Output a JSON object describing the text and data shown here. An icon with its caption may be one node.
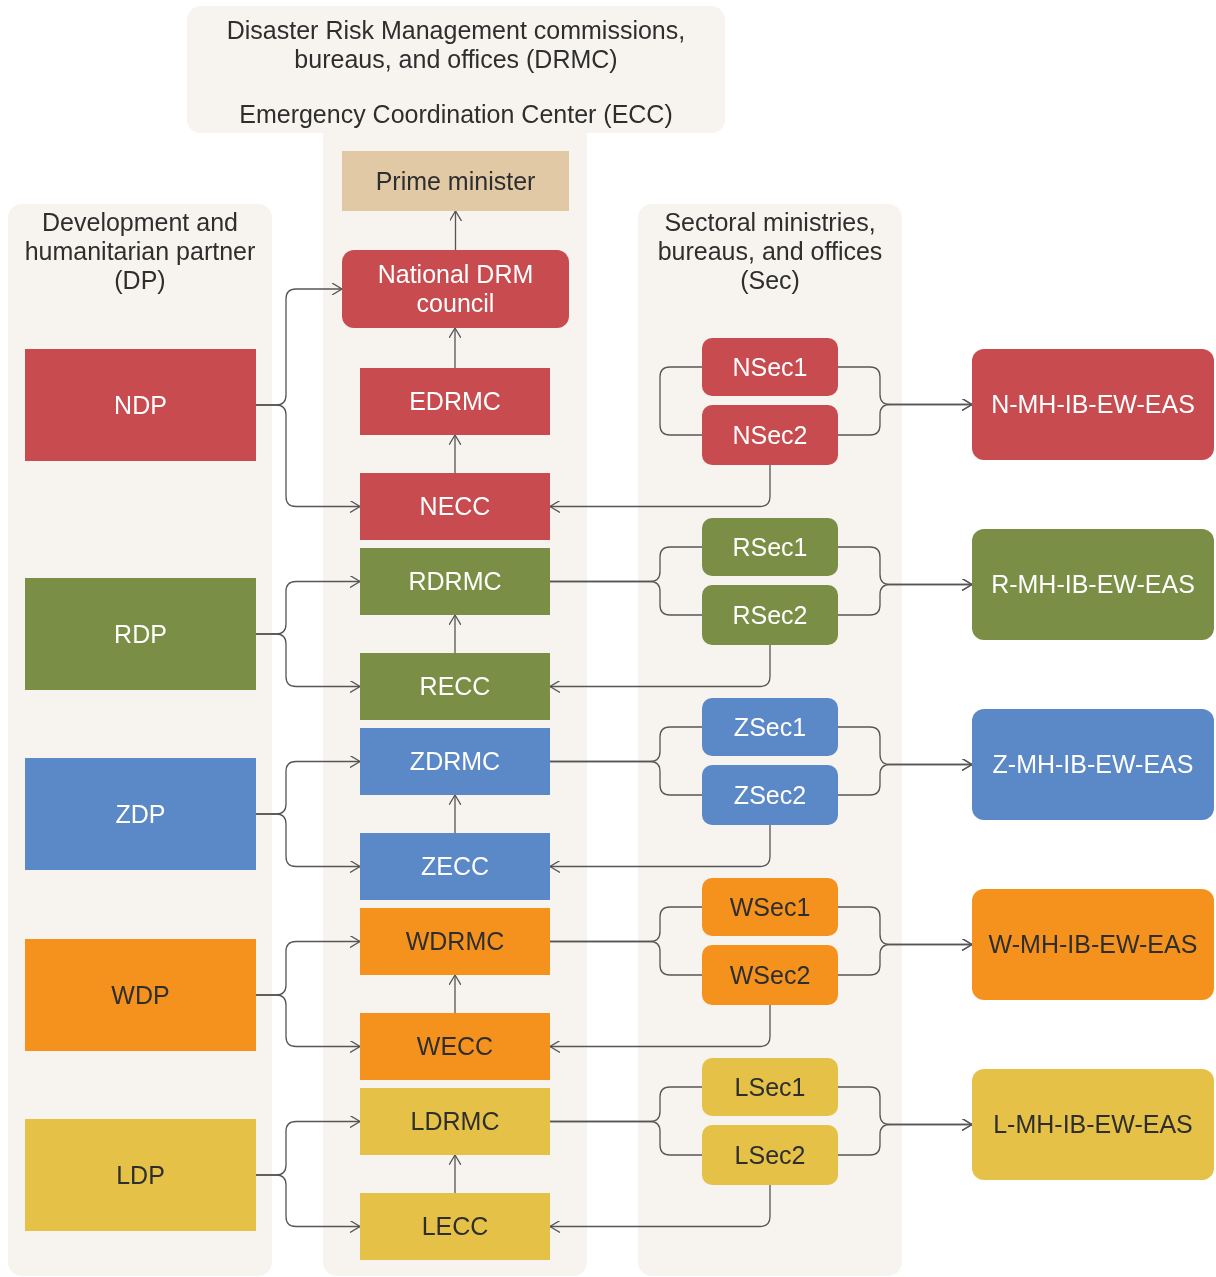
{
  "diagram": {
    "nodes": [
      {
        "text": [
          "Disaster Risk Management commissions, bureaus, and offices (DRMC)",
          "Emergency Coordination Center (ECC)"
        ]
      },
      {
        "text": [
          "Development and humanitarian partner (DP)"
        ]
      },
      {
        "text": [
          "Sectoral ministries, bureaus, and offices (Sec)"
        ]
      },
      {
        "text": [
          "Prime minister"
        ],
        "in": 0
      },
      {
        "text": [
          "National DRM council"
        ],
        "in": 0
      },
      {
        "text": [
          "NDP"
        ],
        "in": 1
      },
      {
        "text": [
          "EDRMC"
        ],
        "in": 0
      },
      {
        "text": [
          "NECC"
        ],
        "in": 0
      },
      {
        "text": [
          "NSec1"
        ],
        "in": 2
      },
      {
        "text": [
          "NSec2"
        ],
        "in": 2
      },
      {
        "text": [
          "N-MH-IB-EW-EAS"
        ]
      },
      {
        "text": [
          "RDP"
        ],
        "in": 1
      },
      {
        "text": [
          "RDRMC"
        ],
        "in": 0
      },
      {
        "text": [
          "RECC"
        ],
        "in": 0
      },
      {
        "text": [
          "RSec1"
        ],
        "in": 2
      },
      {
        "text": [
          "RSec2"
        ],
        "in": 2
      },
      {
        "text": [
          "R-MH-IB-EW-EAS"
        ]
      },
      {
        "text": [
          "ZDP"
        ],
        "in": 1
      },
      {
        "text": [
          "ZDRMC"
        ],
        "in": 0
      },
      {
        "text": [
          "ZECC"
        ],
        "in": 0
      },
      {
        "text": [
          "ZSec1"
        ],
        "in": 2
      },
      {
        "text": [
          "ZSec2"
        ],
        "in": 2
      },
      {
        "text": [
          "Z-MH-IB-EW-EAS"
        ]
      },
      {
        "text": [
          "WDP"
        ],
        "in": 1
      },
      {
        "text": [
          "WDRMC"
        ],
        "in": 0
      },
      {
        "text": [
          "WECC"
        ],
        "in": 0
      },
      {
        "text": [
          "WSec1"
        ],
        "in": 2
      },
      {
        "text": [
          "WSec2"
        ],
        "in": 2
      },
      {
        "text": [
          "W-MH-IB-EW-EAS"
        ]
      },
      {
        "text": [
          "LDP"
        ],
        "in": 1
      },
      {
        "text": [
          "LDRMC"
        ],
        "in": 0
      },
      {
        "text": [
          "LECC"
        ],
        "in": 0
      },
      {
        "text": [
          "LSec1"
        ],
        "in": 2
      },
      {
        "text": [
          "LSec2"
        ],
        "in": 2
      },
      {
        "text": [
          "L-MH-IB-EW-EAS"
        ]
      }
    ],
    "edges": [
      {
        "from": 4,
        "to": 3,
        "arrow": "to"
      },
      {
        "from": 6,
        "to": 4,
        "arrow": "to"
      },
      {
        "from": 7,
        "to": 6,
        "arrow": "to"
      },
      {
        "from": 5,
        "to": 4,
        "arrow": "to"
      },
      {
        "from": 5,
        "to": 7,
        "arrow": "to"
      },
      {
        "from": 8,
        "to": 9,
        "arrow": "none"
      },
      {
        "from": 8,
        "to": 10,
        "arrow": "to"
      },
      {
        "from": 9,
        "to": 10,
        "arrow": "to"
      },
      {
        "from": 9,
        "to": 7,
        "arrow": "to"
      },
      {
        "from": 13,
        "to": 12,
        "arrow": "to"
      },
      {
        "from": 11,
        "to": 12,
        "arrow": "to"
      },
      {
        "from": 11,
        "to": 13,
        "arrow": "to"
      },
      {
        "from": 12,
        "to": 14,
        "arrow": "none"
      },
      {
        "from": 12,
        "to": 15,
        "arrow": "none"
      },
      {
        "from": 14,
        "to": 16,
        "arrow": "to"
      },
      {
        "from": 15,
        "to": 16,
        "arrow": "to"
      },
      {
        "from": 15,
        "to": 13,
        "arrow": "to"
      },
      {
        "from": 19,
        "to": 18,
        "arrow": "to"
      },
      {
        "from": 17,
        "to": 18,
        "arrow": "to"
      },
      {
        "from": 17,
        "to": 19,
        "arrow": "to"
      },
      {
        "from": 18,
        "to": 20,
        "arrow": "none"
      },
      {
        "from": 18,
        "to": 21,
        "arrow": "none"
      },
      {
        "from": 20,
        "to": 22,
        "arrow": "to"
      },
      {
        "from": 21,
        "to": 22,
        "arrow": "to"
      },
      {
        "from": 21,
        "to": 19,
        "arrow": "to"
      },
      {
        "from": 25,
        "to": 24,
        "arrow": "to"
      },
      {
        "from": 23,
        "to": 24,
        "arrow": "to"
      },
      {
        "from": 23,
        "to": 25,
        "arrow": "to"
      },
      {
        "from": 24,
        "to": 26,
        "arrow": "none"
      },
      {
        "from": 24,
        "to": 27,
        "arrow": "none"
      },
      {
        "from": 26,
        "to": 28,
        "arrow": "to"
      },
      {
        "from": 27,
        "to": 28,
        "arrow": "to"
      },
      {
        "from": 27,
        "to": 25,
        "arrow": "to"
      },
      {
        "from": 31,
        "to": 30,
        "arrow": "to"
      },
      {
        "from": 29,
        "to": 30,
        "arrow": "to"
      },
      {
        "from": 29,
        "to": 31,
        "arrow": "to"
      },
      {
        "from": 30,
        "to": 32,
        "arrow": "none"
      },
      {
        "from": 30,
        "to": 33,
        "arrow": "none"
      },
      {
        "from": 32,
        "to": 34,
        "arrow": "to"
      },
      {
        "from": 33,
        "to": 34,
        "arrow": "to"
      },
      {
        "from": 33,
        "to": 31,
        "arrow": "to"
      }
    ]
  }
}
